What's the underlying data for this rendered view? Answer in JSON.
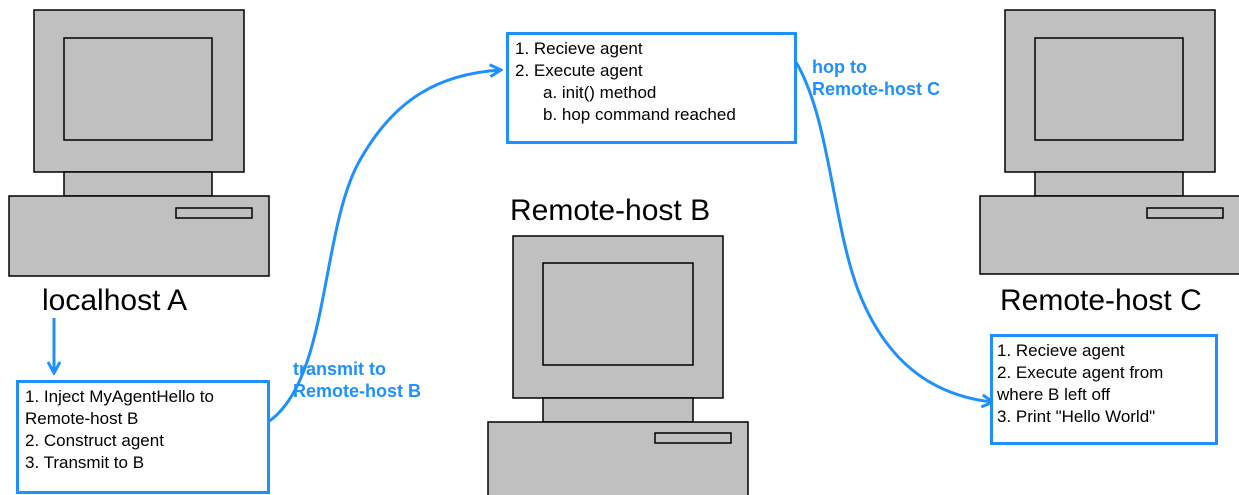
{
  "hosts": {
    "a": {
      "label": "localhost A"
    },
    "b": {
      "label": "Remote-host B"
    },
    "c": {
      "label": "Remote-host C"
    }
  },
  "boxes": {
    "a": {
      "lines": [
        "1. Inject MyAgentHello to",
        "Remote-host B",
        "2. Construct agent",
        "3. Transmit to B"
      ]
    },
    "b": {
      "lines": [
        "1. Recieve agent",
        "2. Execute agent",
        "a. init() method",
        "b. hop command reached"
      ]
    },
    "c": {
      "lines": [
        "1. Recieve agent",
        "2. Execute agent from",
        "where B left off",
        "3. Print \"Hello World\""
      ]
    }
  },
  "edges": {
    "transmit": {
      "lines": [
        "transmit to",
        "Remote-host B"
      ]
    },
    "hop": {
      "lines": [
        "hop to",
        "Remote-host C"
      ]
    }
  },
  "colors": {
    "accent": "#1e90ff",
    "computer_fill": "#c0c0c0",
    "outline": "#000000"
  },
  "icons": [
    "computer-icon",
    "arrow-icon"
  ]
}
